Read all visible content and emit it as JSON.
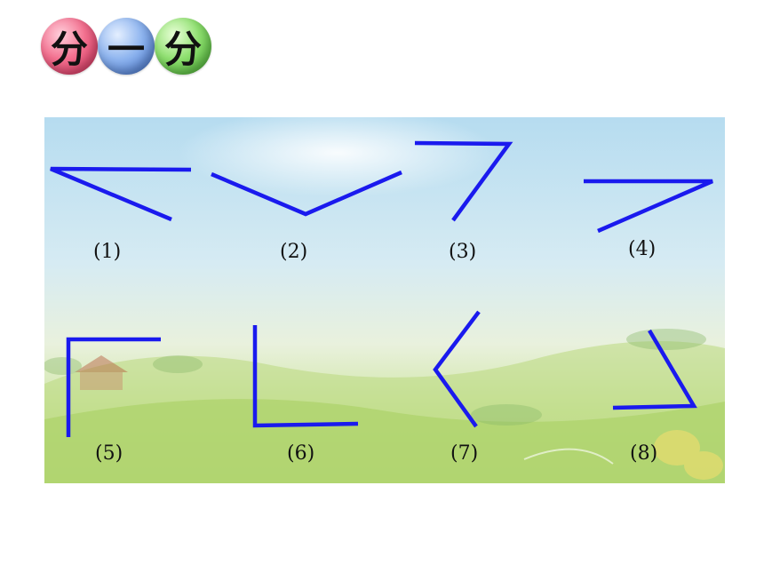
{
  "title": {
    "chars": [
      "分",
      "一",
      "分"
    ]
  },
  "colors": {
    "line": "#1a1aee",
    "ball1": "#e8517a",
    "ball2": "#6f9be6",
    "ball3": "#62c84a"
  },
  "figures": [
    {
      "id": 1,
      "label": "(1)"
    },
    {
      "id": 2,
      "label": "(2)"
    },
    {
      "id": 3,
      "label": "(3)"
    },
    {
      "id": 4,
      "label": "(4)"
    },
    {
      "id": 5,
      "label": "(5)"
    },
    {
      "id": 6,
      "label": "(6)"
    },
    {
      "id": 7,
      "label": "(7)"
    },
    {
      "id": 8,
      "label": "(8)"
    }
  ]
}
